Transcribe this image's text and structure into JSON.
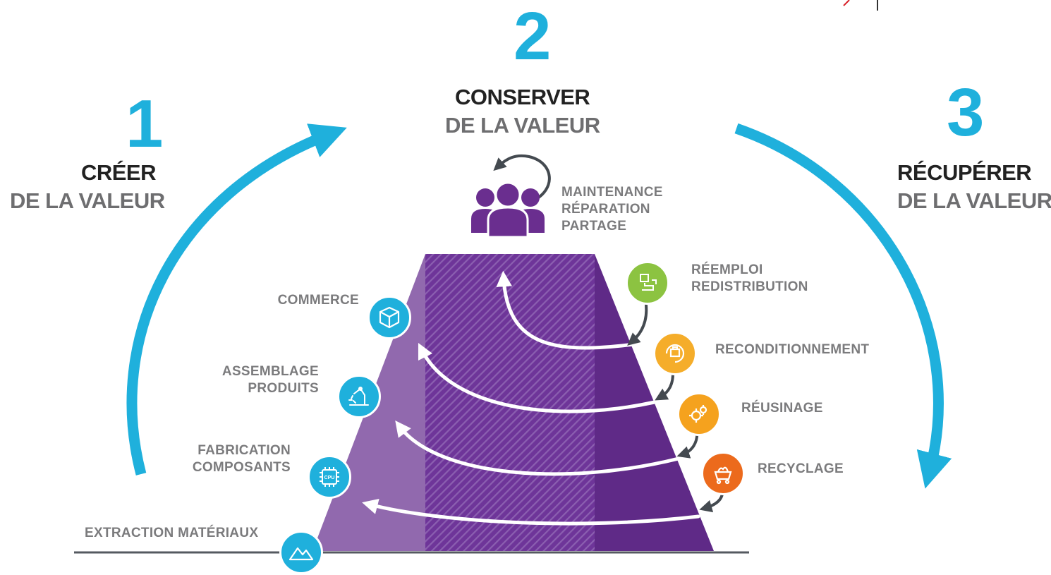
{
  "stages": {
    "create": {
      "number": "1",
      "title": "CRÉER",
      "subtitle": "DE LA VALEUR"
    },
    "conserve": {
      "number": "2",
      "title": "CONSERVER",
      "subtitle": "DE LA VALEUR"
    },
    "recover": {
      "number": "3",
      "title": "RÉCUPÉRER",
      "subtitle": "DE LA VALEUR"
    }
  },
  "usage_labels": [
    "MAINTENANCE",
    "RÉPARATION",
    "PARTAGE"
  ],
  "left_steps": [
    {
      "label_lines": [
        "COMMERCE"
      ],
      "icon": "box-icon"
    },
    {
      "label_lines": [
        "ASSEMBLAGE",
        "PRODUITS"
      ],
      "icon": "robot-arm-icon"
    },
    {
      "label_lines": [
        "FABRICATION",
        "COMPOSANTS"
      ],
      "icon": "cpu-chip-icon"
    },
    {
      "label_lines": [
        "EXTRACTION MATÉRIAUX"
      ],
      "icon": "mountain-icon"
    }
  ],
  "right_steps": [
    {
      "label_lines": [
        "RÉEMPLOI",
        "REDISTRIBUTION"
      ],
      "icon": "reuse-box-icon",
      "color": "#8cc341"
    },
    {
      "label_lines": [
        "RECONDITIONNEMENT"
      ],
      "icon": "refurbish-icon",
      "color": "#f5ad2a"
    },
    {
      "label_lines": [
        "RÉUSINAGE"
      ],
      "icon": "gears-icon",
      "color": "#f5a21e"
    },
    {
      "label_lines": [
        "RECYCLAGE"
      ],
      "icon": "recycle-cart-icon",
      "color": "#ec6a1c"
    }
  ],
  "colors": {
    "cycle_arrow": "#1fb0dc",
    "pyramid_light": "#9169ae",
    "pyramid_mid": "#6e3599",
    "pyramid_dark": "#5f2a87",
    "people": "#6a2e8f",
    "left_icon": "#1fb0dc"
  }
}
